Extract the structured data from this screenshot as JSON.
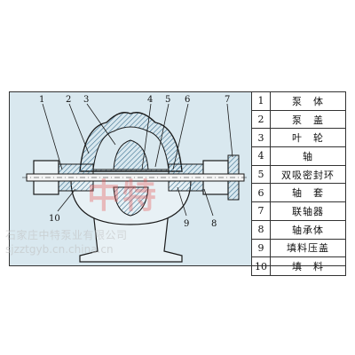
{
  "legend": [
    {
      "num": "1",
      "name": "泵　体"
    },
    {
      "num": "2",
      "name": "泵　盖"
    },
    {
      "num": "3",
      "name": "叶　轮"
    },
    {
      "num": "4",
      "name": "轴"
    },
    {
      "num": "5",
      "name": "双吸密封环"
    },
    {
      "num": "6",
      "name": "轴　套"
    },
    {
      "num": "7",
      "name": "联轴器"
    },
    {
      "num": "8",
      "name": "轴承体"
    },
    {
      "num": "9",
      "name": "填料压盖"
    },
    {
      "num": "10",
      "name": "填　料"
    }
  ],
  "callouts": [
    "1",
    "2",
    "3",
    "4",
    "5",
    "6",
    "7",
    "8",
    "9",
    "10"
  ],
  "watermark": {
    "company": "石家庄中特泵业有限公司",
    "url": "sjzztgyb.cn.china.cn",
    "logo": "中特"
  },
  "colors": {
    "background": "#d9e8ef",
    "hatch": "#3a6f8f",
    "outline": "#1a1a1a"
  }
}
